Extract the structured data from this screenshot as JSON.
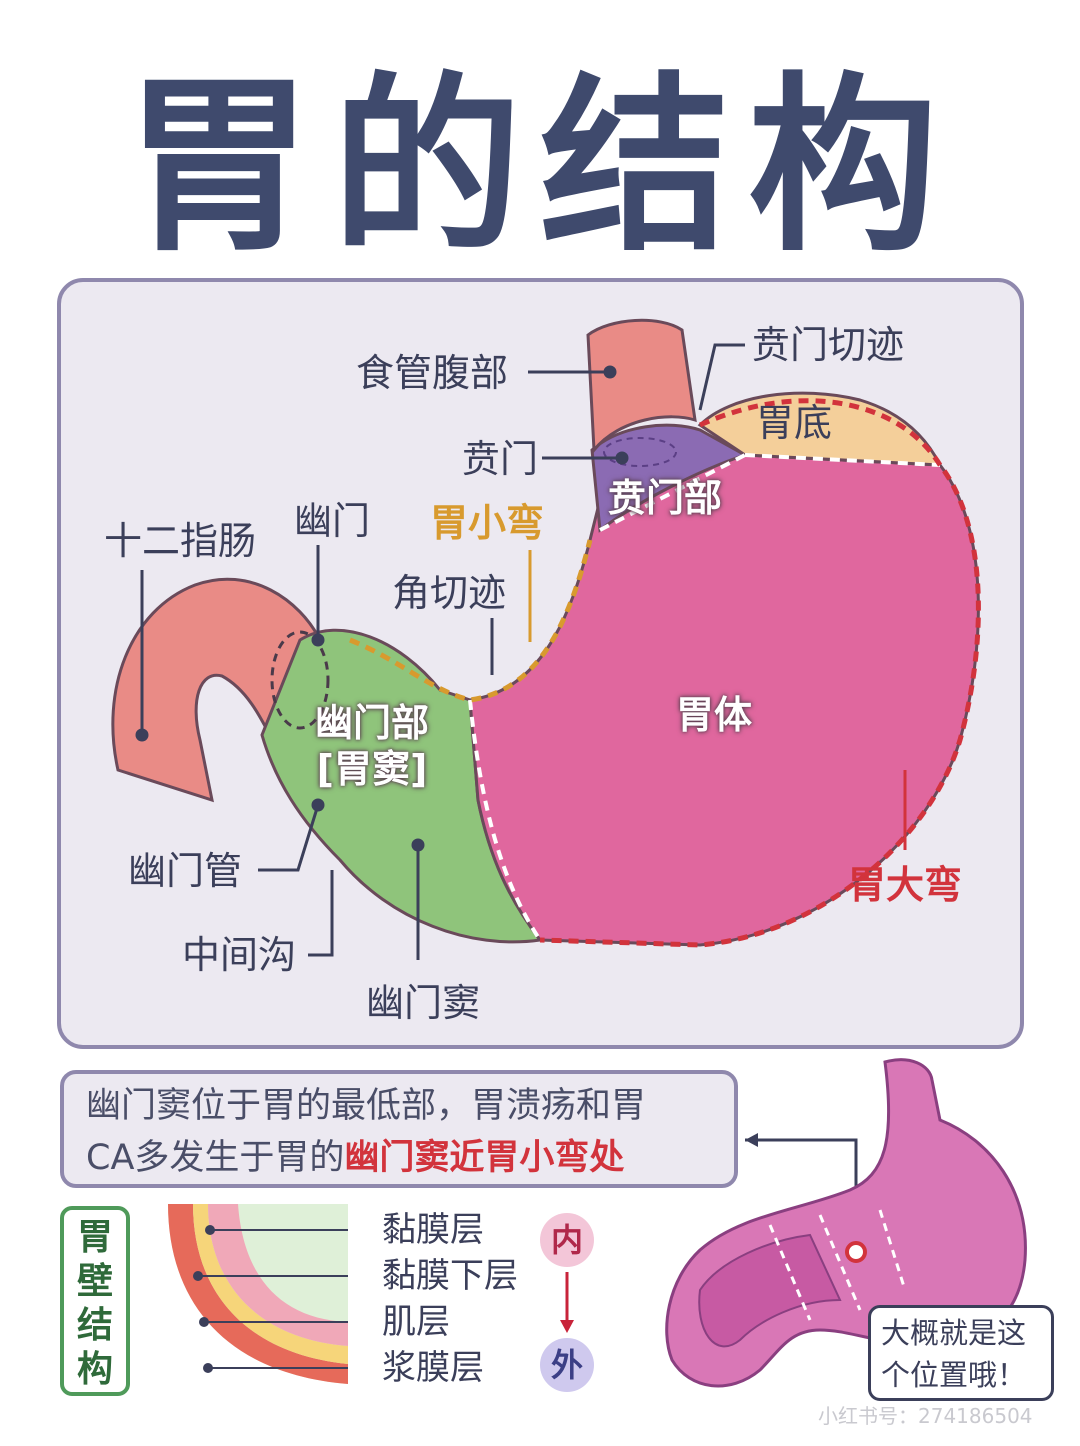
{
  "title": "胃的结构",
  "diagram": {
    "labels": {
      "esophagus_abdominal": "食管腹部",
      "cardiac_notch": "贲门切迹",
      "fundus": "胃底",
      "cardia": "贲门",
      "cardiac_part": "贲门部",
      "lesser_curvature": "胃小弯",
      "duodenum": "十二指肠",
      "pylorus": "幽门",
      "angular_incisure": "角切迹",
      "pyloric_part_line1": "幽门部",
      "pyloric_part_line2": "[胃窦]",
      "body": "胃体",
      "pyloric_canal": "幽门管",
      "intermediate_sulcus": "中间沟",
      "pyloric_antrum": "幽门窦",
      "greater_curvature": "胃大弯"
    }
  },
  "note": {
    "line1": "幽门窦位于胃的最低部，胃溃疡和胃",
    "line2_plain": "CA多发生于胃的",
    "line2_highlight": "幽门窦近胃小弯处"
  },
  "wall": {
    "title_chars": [
      "胃",
      "壁",
      "结",
      "构"
    ],
    "layers": [
      "黏膜层",
      "黏膜下层",
      "肌层",
      "浆膜层"
    ],
    "inner_label": "内",
    "outer_label": "外"
  },
  "callout": {
    "line1": "大概就是这",
    "line2": "个位置哦！"
  },
  "watermark": "小红书号：274186504",
  "colors": {
    "title": "#3f4a6d",
    "panel_bg": "#ece9f1",
    "panel_border": "#8f88ad",
    "stomach_body": "#e0679e",
    "fundus": "#f4cf9a",
    "cardiac_part": "#8b6bb3",
    "pyloric_part": "#8fc47b",
    "duodenum": "#e98b86",
    "greater_curvature": "#d2333c",
    "lesser_curvature": "#d89a2e",
    "highlight_red": "#d2333c",
    "wall_border_green": "#4f9a5a"
  }
}
